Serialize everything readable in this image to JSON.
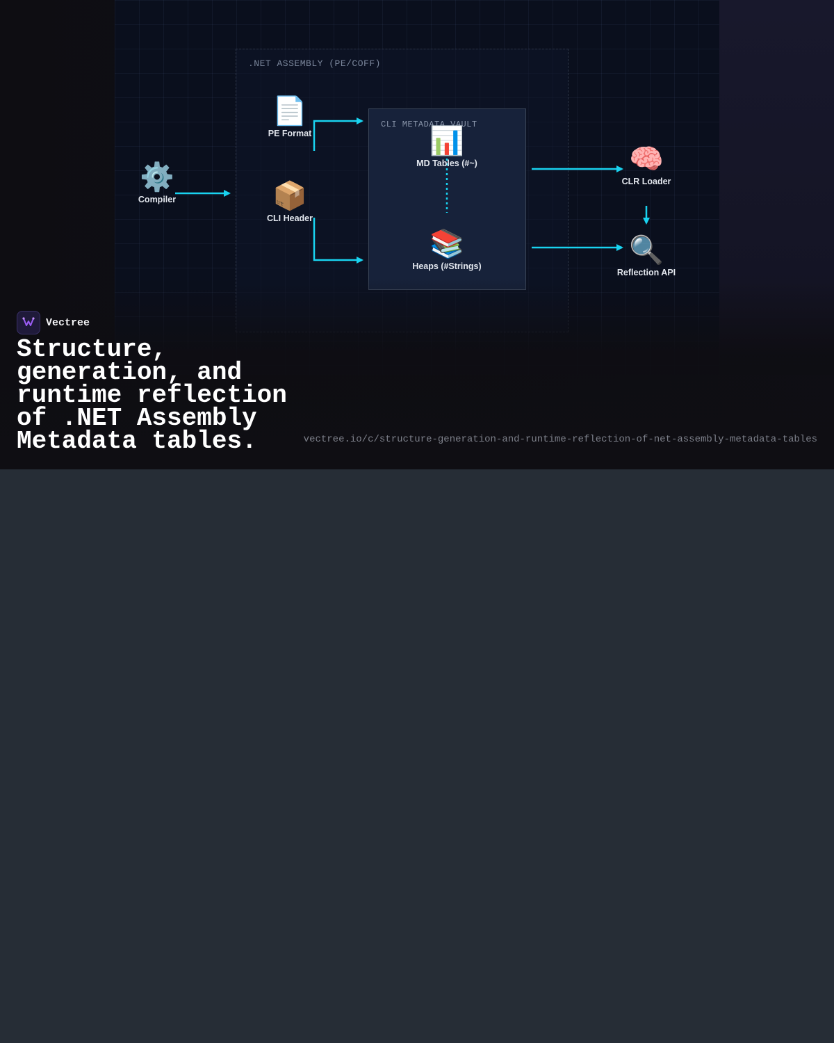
{
  "diagram": {
    "clusters": {
      "assembly": ".NET ASSEMBLY (PE/COFF)",
      "vault": "CLI METADATA VAULT"
    },
    "nodes": {
      "compiler": {
        "icon": "⚙️",
        "icon_name": "gear-icon",
        "label": "Compiler"
      },
      "pe_format": {
        "icon": "📄",
        "icon_name": "document-icon",
        "label": "PE Format"
      },
      "cli_header": {
        "icon": "📦",
        "icon_name": "package-icon",
        "label": "CLI Header"
      },
      "md_tables": {
        "icon": "📊",
        "icon_name": "bar-chart-icon",
        "label": "MD Tables (#~)"
      },
      "heaps": {
        "icon": "📚",
        "icon_name": "books-icon",
        "label": "Heaps (#Strings)"
      },
      "clr_loader": {
        "icon": "🧠",
        "icon_name": "brain-icon",
        "label": "CLR Loader"
      },
      "reflection_api": {
        "icon": "🔍",
        "icon_name": "magnifier-icon",
        "label": "Reflection API"
      }
    },
    "edges": [
      {
        "from": "compiler",
        "to": "assembly"
      },
      {
        "from": "pe_format",
        "to": "vault"
      },
      {
        "from": "cli_header",
        "to": "vault"
      },
      {
        "from": "md_tables",
        "to": "heaps",
        "style": "dotted"
      },
      {
        "from": "md_tables",
        "to": "clr_loader"
      },
      {
        "from": "heaps",
        "to": "reflection_api"
      },
      {
        "from": "clr_loader",
        "to": "reflection_api"
      }
    ],
    "colors": {
      "edge": "#19d3f0",
      "background": "#0a0f1d"
    }
  },
  "footer": {
    "brand": "Vectree",
    "title": "Structure, generation, and runtime reflection of .NET Assembly Metadata tables.",
    "url": "vectree.io/c/structure-generation-and-runtime-reflection-of-net-assembly-metadata-tables"
  }
}
